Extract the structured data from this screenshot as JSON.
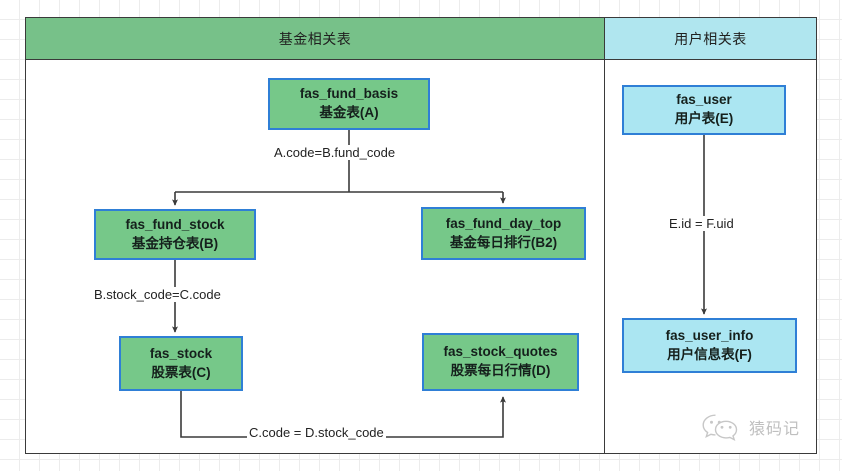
{
  "panels": [
    {
      "id": "fund",
      "title": "基金相关表",
      "color": "#77c189"
    },
    {
      "id": "user",
      "title": "用户相关表",
      "color": "#b0e6ef"
    }
  ],
  "nodes": [
    {
      "id": "fas_fund_basis",
      "table": "fas_fund_basis",
      "label": "基金表(A)",
      "fill": "#76c889",
      "stroke": "#2f7fd6"
    },
    {
      "id": "fas_fund_stock",
      "table": "fas_fund_stock",
      "label": "基金持仓表(B)",
      "fill": "#76c889",
      "stroke": "#2f7fd6"
    },
    {
      "id": "fas_fund_day_top",
      "table": "fas_fund_day_top",
      "label": "基金每日排行(B2)",
      "fill": "#76c889",
      "stroke": "#2f7fd6"
    },
    {
      "id": "fas_stock",
      "table": "fas_stock",
      "label": "股票表(C)",
      "fill": "#76c889",
      "stroke": "#2f7fd6"
    },
    {
      "id": "fas_stock_quotes",
      "table": "fas_stock_quotes",
      "label": "股票每日行情(D)",
      "fill": "#76c889",
      "stroke": "#2f7fd6"
    },
    {
      "id": "fas_user",
      "table": "fas_user",
      "label": "用户表(E)",
      "fill": "#abe6f2",
      "stroke": "#2f7fd6"
    },
    {
      "id": "fas_user_info",
      "table": "fas_user_info",
      "label": "用户信息表(F)",
      "fill": "#abe6f2",
      "stroke": "#2f7fd6"
    }
  ],
  "edges": [
    {
      "id": "a-b",
      "from": "fas_fund_basis",
      "to": "fas_fund_stock",
      "label": "A.code=B.fund_code"
    },
    {
      "id": "a-b2",
      "from": "fas_fund_basis",
      "to": "fas_fund_day_top",
      "label": ""
    },
    {
      "id": "b-c",
      "from": "fas_fund_stock",
      "to": "fas_stock",
      "label": "B.stock_code=C.code"
    },
    {
      "id": "c-d",
      "from": "fas_stock",
      "to": "fas_stock_quotes",
      "label": "C.code = D.stock_code"
    },
    {
      "id": "e-f",
      "from": "fas_user",
      "to": "fas_user_info",
      "label": "E.id = F.uid"
    }
  ],
  "watermark": {
    "text": "猿码记",
    "icon": "wechat-icon"
  }
}
